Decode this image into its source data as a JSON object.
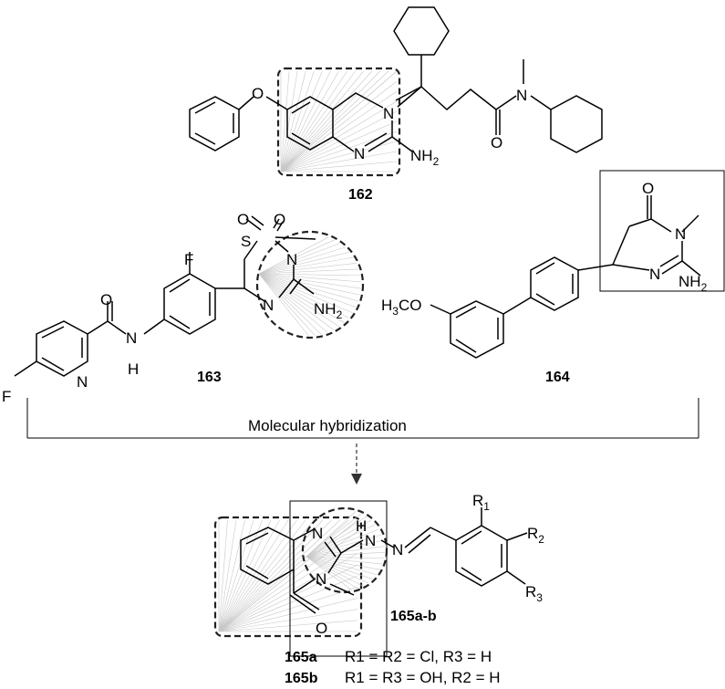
{
  "compounds": {
    "c162": "162",
    "c163": "163",
    "c164": "164",
    "c165": "165a-b"
  },
  "arrow_label": "Molecular hybridization",
  "atoms": {
    "O": "O",
    "N": "N",
    "NH2_N": "NH",
    "NH2_2": "2",
    "F": "F",
    "S": "S",
    "H": "H",
    "NH_amide": "N",
    "H3CO_a": "H",
    "H3CO_3": "3",
    "H3CO_b": "CO",
    "R": "R",
    "sub1": "1",
    "sub2": "2",
    "sub3": "3"
  },
  "variants": [
    {
      "name": "165a",
      "text": "R1 = R2 = Cl,   R3 = H"
    },
    {
      "name": "165b",
      "text": "R1 = R3 = OH, R2 = H"
    }
  ]
}
